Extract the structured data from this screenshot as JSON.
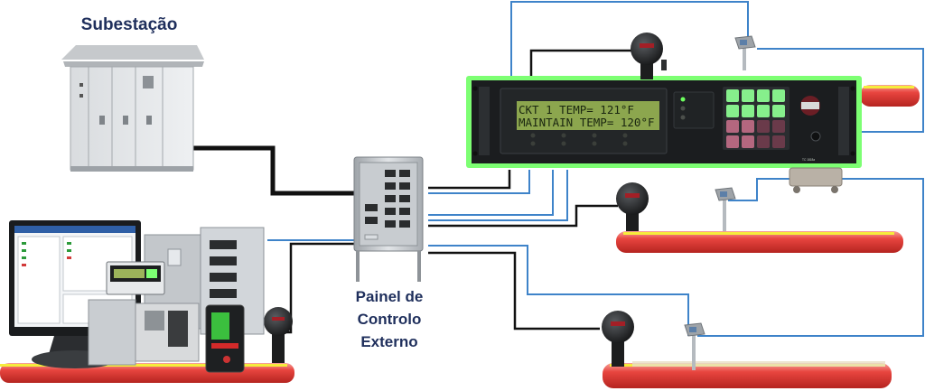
{
  "labels": {
    "substation": "Subestação",
    "panel_line1": "Painel de",
    "panel_line2": "Controlo",
    "panel_line3": "Externo"
  },
  "controller": {
    "lcd_line1": "CKT   1  TEMP= 121°F",
    "lcd_line2": "MAINTAIN TEMP= 120°F",
    "model": "TC 1818a",
    "colors": {
      "bezel": "#7dff73",
      "body": "#1b1d1f",
      "keys_green": "#86ef8c",
      "keys_pink": "#b4677f"
    }
  },
  "colors": {
    "wire_blue": "#3e83c9",
    "wire_black": "#111111",
    "pipe": "#e8453f",
    "pipe_stripe": "#f6ec3c",
    "title_text": "#1f2f5c"
  }
}
